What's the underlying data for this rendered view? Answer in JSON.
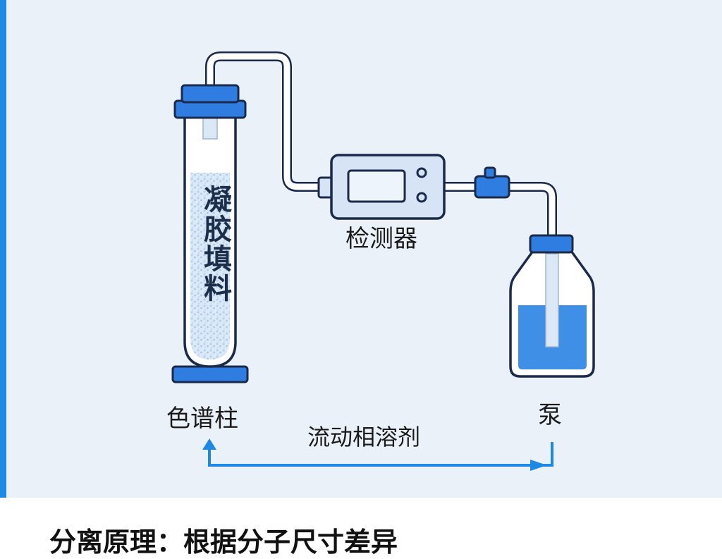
{
  "labels": {
    "column": "色谱柱",
    "packing": "凝胶填料",
    "detector": "检测器",
    "pump": "泵",
    "mobile_phase": "流动相溶剂"
  },
  "caption": "分离原理：根据分子尺寸差异",
  "colors": {
    "accent": "#1e88e5",
    "outline": "#1b2a4a",
    "cap": "#2f7de1",
    "liquid": "#3f8fe6",
    "tube": "#ffffff",
    "background": "#eaf1f9"
  }
}
